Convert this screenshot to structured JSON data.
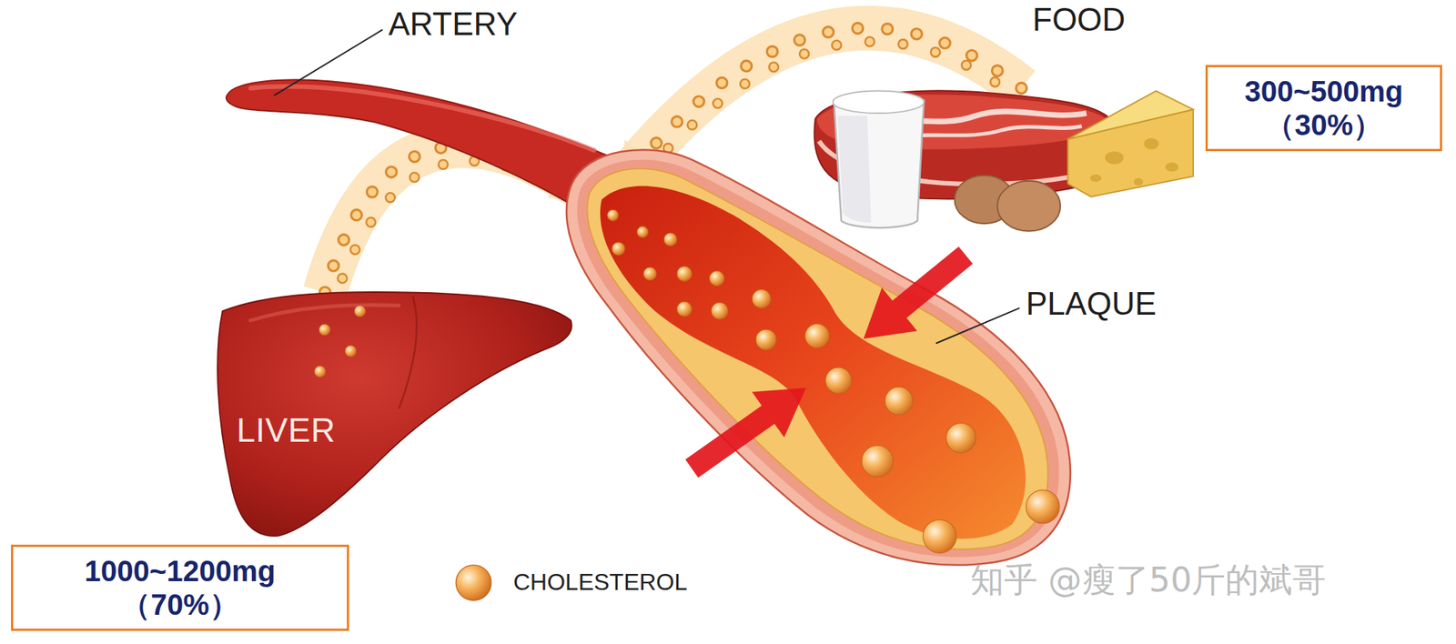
{
  "diagram": {
    "nodes": [
      {
        "text": [
          "300~500mg （30%）"
        ]
      },
      {
        "text": [
          "LIVER"
        ]
      },
      {
        "text": [
          "1000~1200mg （70%）"
        ]
      }
    ],
    "labels": [
      "ARTERY",
      "FOOD",
      "PLAQUE",
      "知乎 @瘦了50斤的斌哥"
    ],
    "legend": [
      {
        "text": "CHOLESTEROL"
      }
    ]
  }
}
